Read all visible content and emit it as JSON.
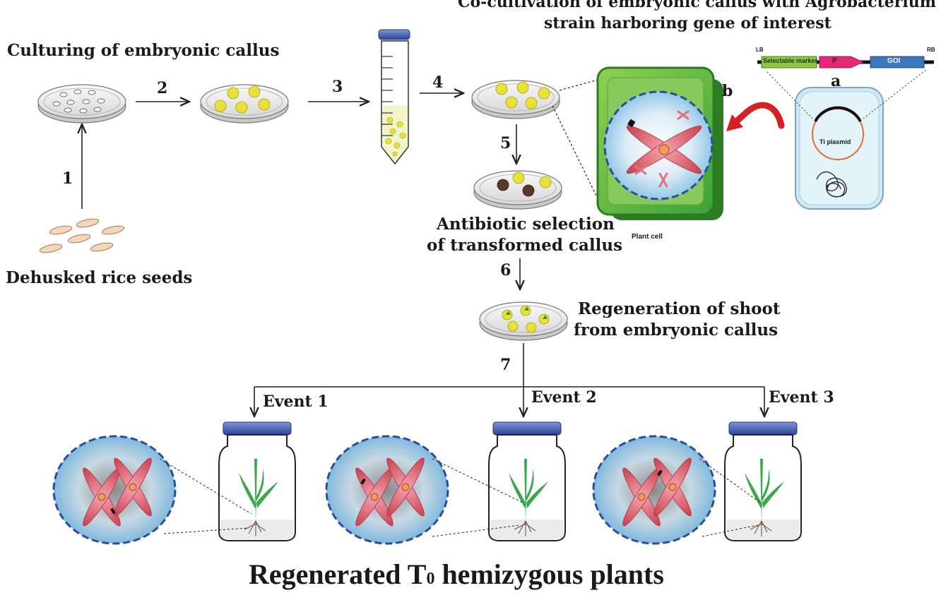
{
  "title_top_line1": "Co-cultivation of embryonic callus with Agrobacterium",
  "title_top_line2": "strain harboring gene of interest",
  "culturing_label": "Culturing of embryonic callus",
  "seeds_label": "Dehusked rice seeds",
  "antibiotic_line1": "Antibiotic selection",
  "antibiotic_line2": "of transformed callus",
  "regeneration_line1": "Regeneration of shoot",
  "regeneration_line2": "from embryonic callus",
  "bottom_title_pre": "Regenerated T",
  "bottom_title_sub": "0",
  "bottom_title_post": " hemizygous plants",
  "plant_cell_label": "Plant cell",
  "ti_plasmid_label": "Ti plasmid",
  "panel_a": "a",
  "panel_b": "b",
  "construct": {
    "lb": "LB",
    "rb": "RB",
    "marker": "Selectable marker",
    "promoter": "P",
    "goi": "GOI"
  },
  "steps": [
    "1",
    "2",
    "3",
    "4",
    "5",
    "6",
    "7"
  ],
  "events": [
    "Event 1",
    "Event 2",
    "Event 3"
  ],
  "colors": {
    "dish_callus": "#e8e13a",
    "dead_callus": "#5a3a24",
    "cell_wall": "#3fae2e",
    "nucleus": "#a8d4ee",
    "chromosome": "#e4707f",
    "bacterium": "#d2ecf6",
    "red_arrow": "#d62024",
    "marker_box": "#8dc63f",
    "promoter": "#e6287a",
    "goi_box": "#3a77bc",
    "jar_lid": "#3d55a8"
  }
}
